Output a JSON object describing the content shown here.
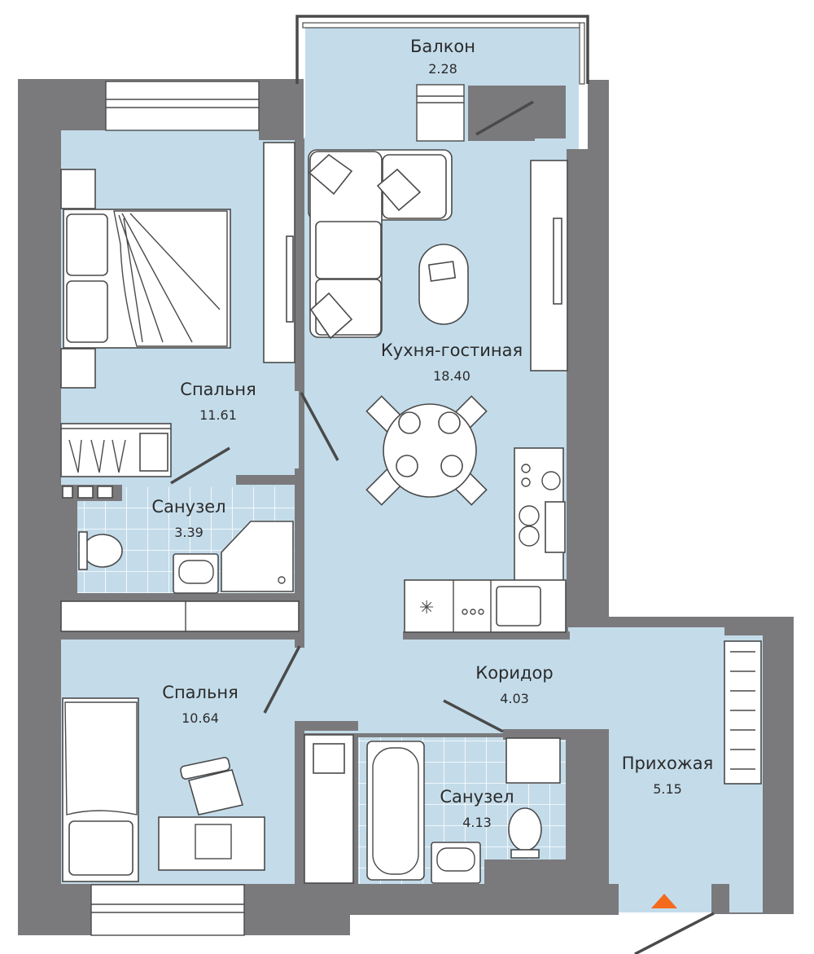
{
  "rooms": {
    "balcony": {
      "name": "Балкон",
      "area": "2.28"
    },
    "kitchen": {
      "name": "Кухня-гостиная",
      "area": "18.40"
    },
    "bedroom1": {
      "name": "Спальня",
      "area": "11.61"
    },
    "bath1": {
      "name": "Санузел",
      "area": "3.39"
    },
    "bedroom2": {
      "name": "Спальня",
      "area": "10.64"
    },
    "corridor": {
      "name": "Коридор",
      "area": "4.03"
    },
    "bath2": {
      "name": "Санузел",
      "area": "4.13"
    },
    "hallway": {
      "name": "Прихожая",
      "area": "5.15"
    }
  },
  "colors": {
    "wall": "#7a7a7c",
    "floor": "#c4dcea",
    "furniture": "#ffffff",
    "entrance_marker": "#f36a1d"
  },
  "icons": {
    "entrance": "entrance-triangle-icon"
  }
}
